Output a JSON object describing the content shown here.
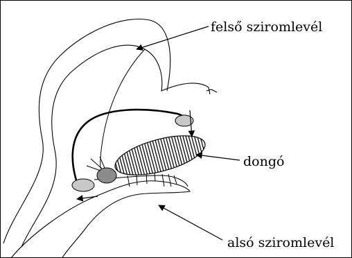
{
  "labels": {
    "upper_petal": "felső sziromlevél",
    "bumblebee": "dongó",
    "lower_petal": "alsó sziromlevél"
  },
  "colors": {
    "ink": "#000000",
    "light_ellipse": "#c8c8c8",
    "dark_ellipse": "#8c8c8c",
    "background": "#ffffff"
  }
}
